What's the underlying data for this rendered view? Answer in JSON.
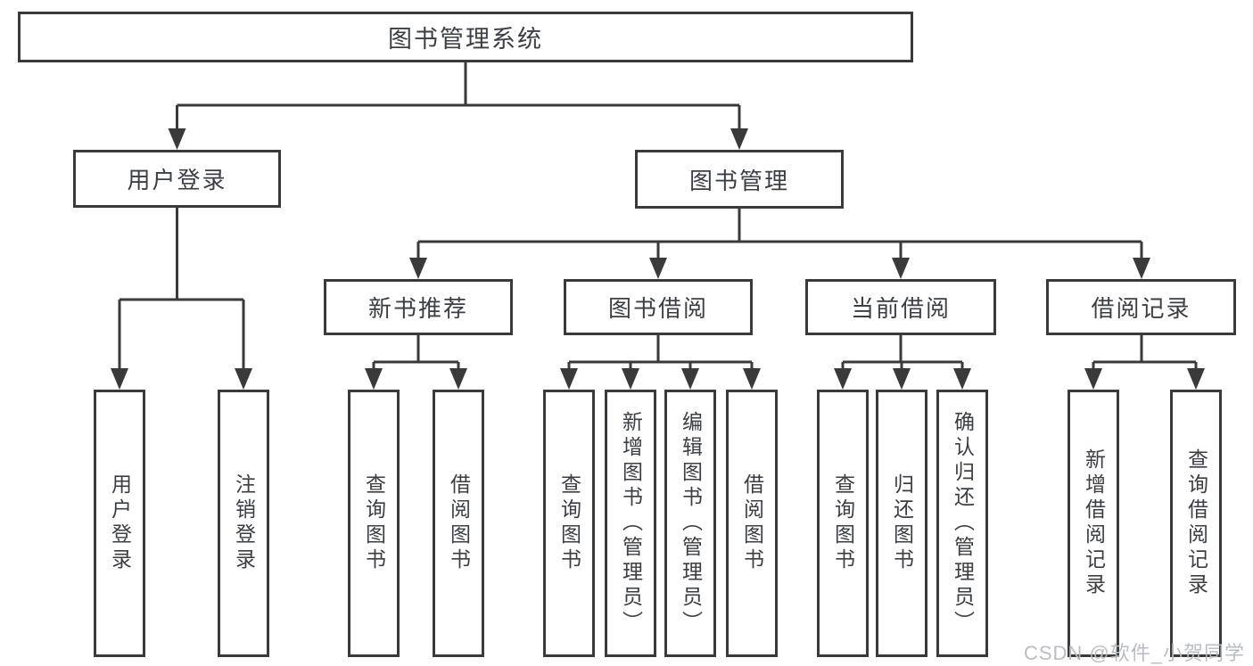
{
  "diagram_title": "图书管理系统",
  "nodes": [
    {
      "id": "root",
      "label": "图书管理系统"
    },
    {
      "id": "user-login",
      "label": "用户登录"
    },
    {
      "id": "book-management",
      "label": "图书管理"
    },
    {
      "id": "new-book-recommend",
      "label": "新书推荐"
    },
    {
      "id": "book-borrowing",
      "label": "图书借阅"
    },
    {
      "id": "current-borrowing",
      "label": "当前借阅"
    },
    {
      "id": "borrowing-records",
      "label": "借阅记录"
    },
    {
      "id": "leaf-user-login",
      "label": "用户登录"
    },
    {
      "id": "leaf-logout",
      "label": "注销登录"
    },
    {
      "id": "leaf-query-books-1",
      "label": "查询图书"
    },
    {
      "id": "leaf-borrow-books-1",
      "label": "借阅图书"
    },
    {
      "id": "leaf-query-books-2",
      "label": "查询图书"
    },
    {
      "id": "leaf-add-book-admin",
      "label": "新增图书（管理员）"
    },
    {
      "id": "leaf-edit-book-admin",
      "label": "编辑图书（管理员）"
    },
    {
      "id": "leaf-borrow-books-2",
      "label": "借阅图书"
    },
    {
      "id": "leaf-query-books-3",
      "label": "查询图书"
    },
    {
      "id": "leaf-return-books",
      "label": "归还图书"
    },
    {
      "id": "leaf-confirm-return-admin",
      "label": "确认归还（管理员）"
    },
    {
      "id": "leaf-add-borrow-record",
      "label": "新增借阅记录"
    },
    {
      "id": "leaf-query-borrow-record",
      "label": "查询借阅记录"
    }
  ],
  "watermark": "CSDN @软件_小贺同学",
  "colors": {
    "line": "#3a3a3a",
    "text": "#3b3e44",
    "watermark": "#b7bbc1",
    "background": "#ffffff"
  }
}
